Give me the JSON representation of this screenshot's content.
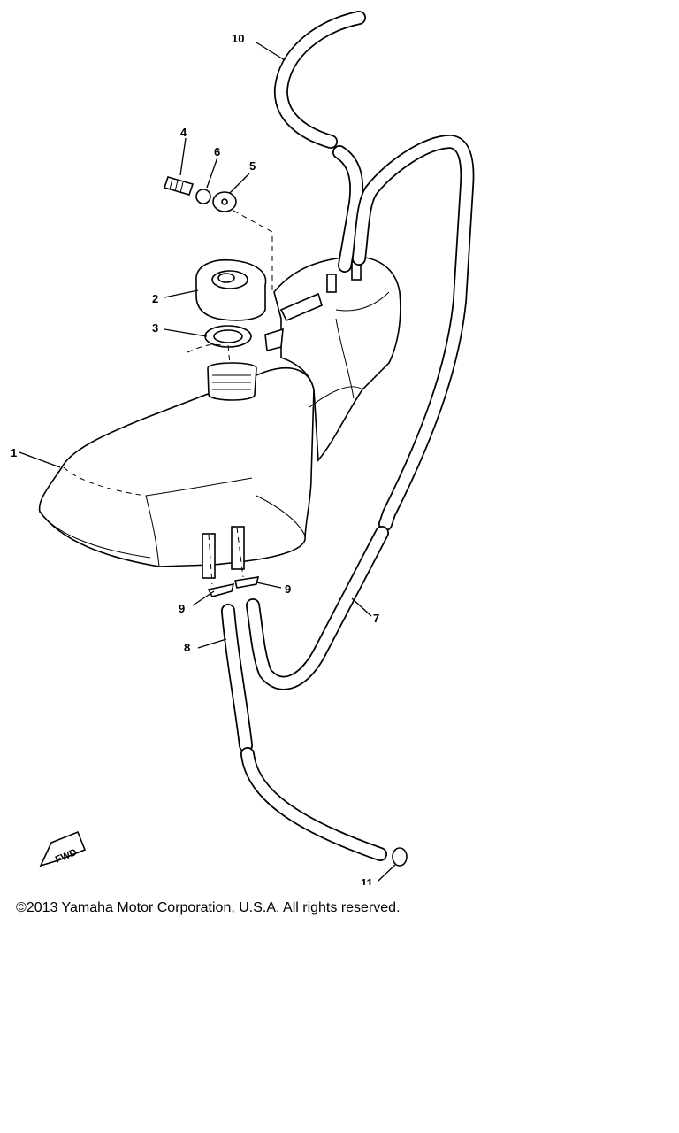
{
  "callouts": {
    "c1": "1",
    "c2": "2",
    "c3": "3",
    "c4": "4",
    "c5": "5",
    "c6": "6",
    "c7": "7",
    "c8": "8",
    "c9a": "9",
    "c9b": "9",
    "c10": "10",
    "c11": "11"
  },
  "fwd_label": "FWD",
  "copyright": "©2013 Yamaha Motor Corporation, U.S.A. All rights reserved."
}
